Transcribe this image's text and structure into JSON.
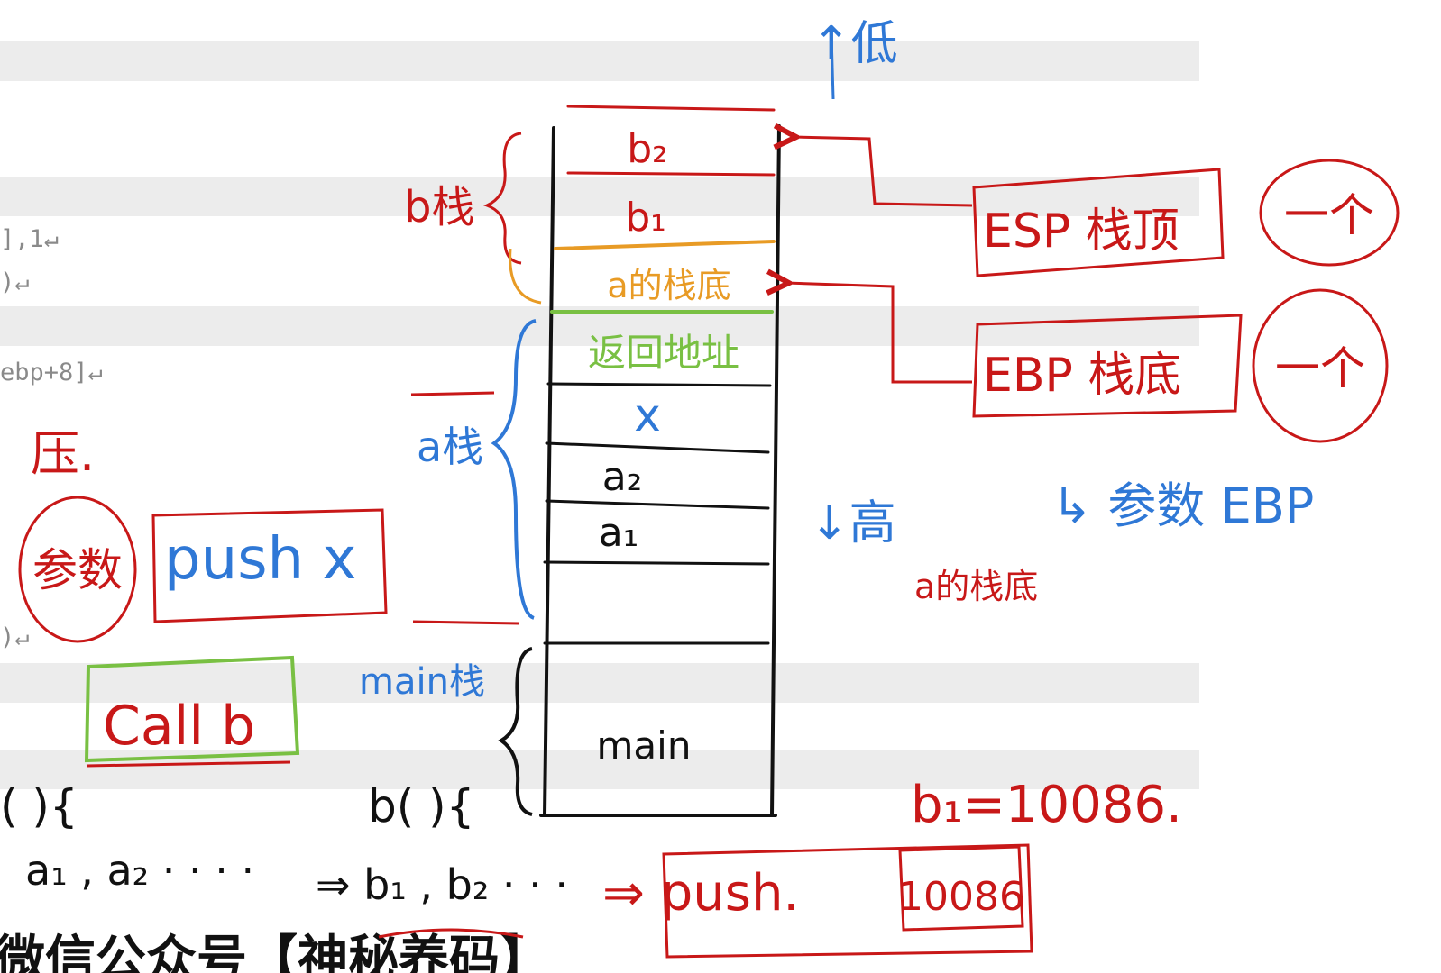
{
  "background_code": {
    "line1": "],1↵",
    "line2": ")↵",
    "line3": "ebp+8]↵",
    "line4": ")↵"
  },
  "annotations": {
    "low": "↑低",
    "high": "↓高",
    "b_stack": "b栈",
    "a_stack": "a栈",
    "main_stack": "main栈",
    "push_label": "压.",
    "param_circle": "参数",
    "push_x": "push x",
    "call_b": "Call b",
    "a_func": "( ){",
    "b_func": "b( ){",
    "a_locals": "a₁ , a₂ · · · ·",
    "b_locals": "⇒ b₁ , b₂ · · ·",
    "push_value_cmd": "⇒ push.",
    "push_value": "10086",
    "b1_assign": "b₁=10086.",
    "a_stack_bottom_note": "a的栈底",
    "params_ebp": "↳ 参数  EBP",
    "bottom_banner": "微信公众号【神秘养码】"
  },
  "stack_cells": [
    {
      "label": "b₂",
      "color": "#c81818"
    },
    {
      "label": "b₁",
      "color": "#c81818"
    },
    {
      "label": "a的栈底",
      "color": "#e89b25"
    },
    {
      "label": "返回地址",
      "color": "#79c043"
    },
    {
      "label": "x",
      "color": "#2f78d6"
    },
    {
      "label": "a₂",
      "color": "#111111"
    },
    {
      "label": "a₁",
      "color": "#111111"
    },
    {
      "label": "",
      "color": "#111111"
    },
    {
      "label": "main",
      "color": "#111111"
    }
  ],
  "registers": [
    {
      "name": "ESP 栈顶",
      "count": "一个"
    },
    {
      "name": "EBP 栈底",
      "count": "一个"
    }
  ],
  "colors": {
    "red": "#c81818",
    "blue": "#2f78d6",
    "green": "#79c043",
    "orange": "#e89b25",
    "black": "#111111",
    "band": "#ececec"
  }
}
